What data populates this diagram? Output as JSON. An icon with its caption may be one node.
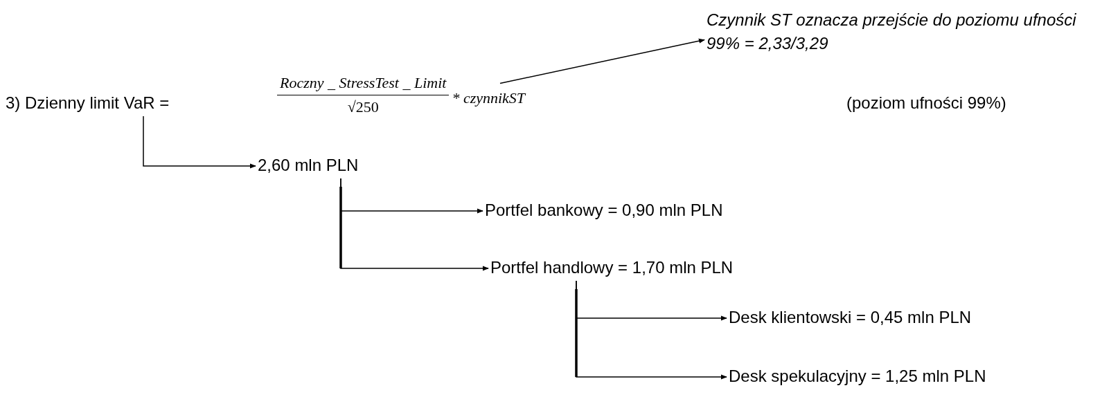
{
  "diagram": {
    "nodes": [
      {
        "text": [
          "3) Dzienny limit VaR ="
        ]
      },
      {
        "text": [
          "Roczny _ StressTest _ Limit",
          "√250",
          "* czynnikST"
        ]
      },
      {
        "text": [
          "Czynnik ST oznacza przejście do poziomu ufności 99% = 2,33/3,29"
        ]
      },
      {
        "text": [
          "2,60 mln PLN"
        ]
      },
      {
        "text": [
          "Portfel bankowy = 0,90 mln PLN"
        ]
      },
      {
        "text": [
          "Portfel handlowy = 1,70 mln PLN"
        ]
      },
      {
        "text": [
          "Desk klientowski = 0,45 mln PLN"
        ]
      },
      {
        "text": [
          "Desk spekulacyjny = 1,25 mln PLN"
        ]
      }
    ],
    "edges": [
      {
        "from": 1,
        "to": 2,
        "arrow": "to"
      },
      {
        "from": 0,
        "to": 3,
        "arrow": "to"
      },
      {
        "from": 3,
        "to": 4,
        "arrow": "to"
      },
      {
        "from": 3,
        "to": 5,
        "arrow": "to"
      },
      {
        "from": 5,
        "to": 6,
        "arrow": "to"
      },
      {
        "from": 5,
        "to": 7,
        "arrow": "to"
      }
    ],
    "labels": [
      "(poziom ufności 99%)"
    ]
  }
}
